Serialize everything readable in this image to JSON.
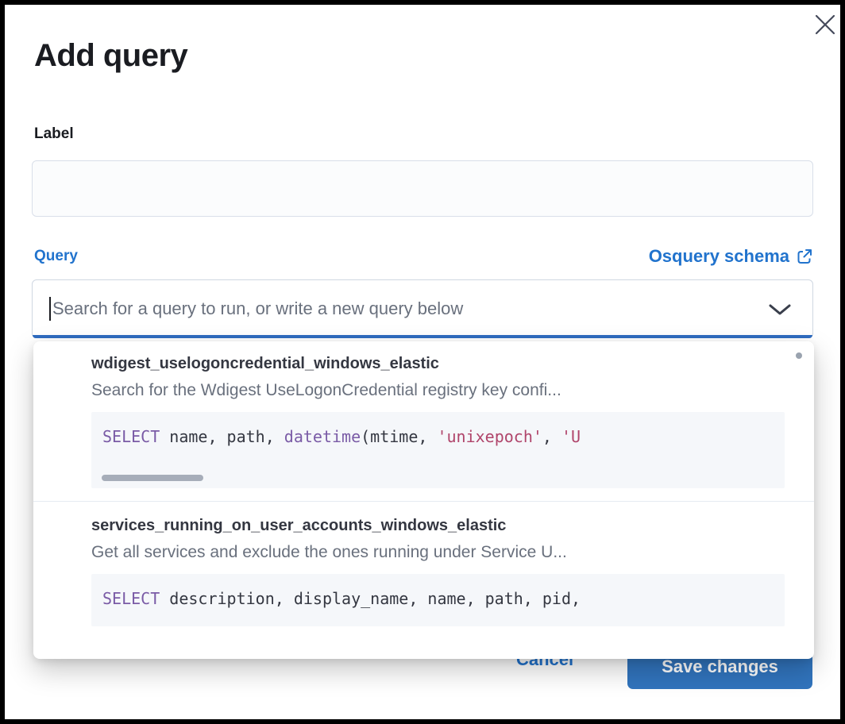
{
  "modal": {
    "title": "Add query"
  },
  "label_field": {
    "label": "Label",
    "value": "",
    "placeholder": ""
  },
  "query_field": {
    "label": "Query",
    "schema_link_label": "Osquery schema",
    "search_placeholder": "Search for a query to run, or write a new query below"
  },
  "dropdown": {
    "options": [
      {
        "name": "wdigest_uselogoncredential_windows_elastic",
        "description": "Search for the Wdigest UseLogonCredential registry key confi...",
        "sql_tokens": [
          {
            "type": "keyword",
            "text": "SELECT"
          },
          {
            "type": "plain",
            "text": " name, path, "
          },
          {
            "type": "keyword",
            "text": "datetime"
          },
          {
            "type": "plain",
            "text": "(mtime, "
          },
          {
            "type": "string",
            "text": "'unixepoch'"
          },
          {
            "type": "plain",
            "text": ", "
          },
          {
            "type": "string",
            "text": "'U"
          }
        ],
        "has_horizontal_scrollbar": true
      },
      {
        "name": "services_running_on_user_accounts_windows_elastic",
        "description": "Get all services and exclude the ones running under Service U...",
        "sql_tokens": [
          {
            "type": "keyword",
            "text": "SELECT"
          },
          {
            "type": "plain",
            "text": " description, display_name, name, path, pid,"
          }
        ],
        "has_horizontal_scrollbar": false
      }
    ]
  },
  "footer": {
    "cancel_label": "Cancel",
    "save_label": "Save changes"
  },
  "icons": {
    "close": "close-icon",
    "external_link": "external-link-icon",
    "chevron_down": "chevron-down-icon"
  },
  "colors": {
    "primary_blue": "#2173cd",
    "focus_underline_blue": "#2f6cc0",
    "save_button_blue": "#3174bd",
    "keyword_purple": "#7a5ba6",
    "string_rose": "#b0456b",
    "code_background": "#f5f7fa",
    "title_text": "#1a1c21",
    "muted_text": "#69707d"
  }
}
